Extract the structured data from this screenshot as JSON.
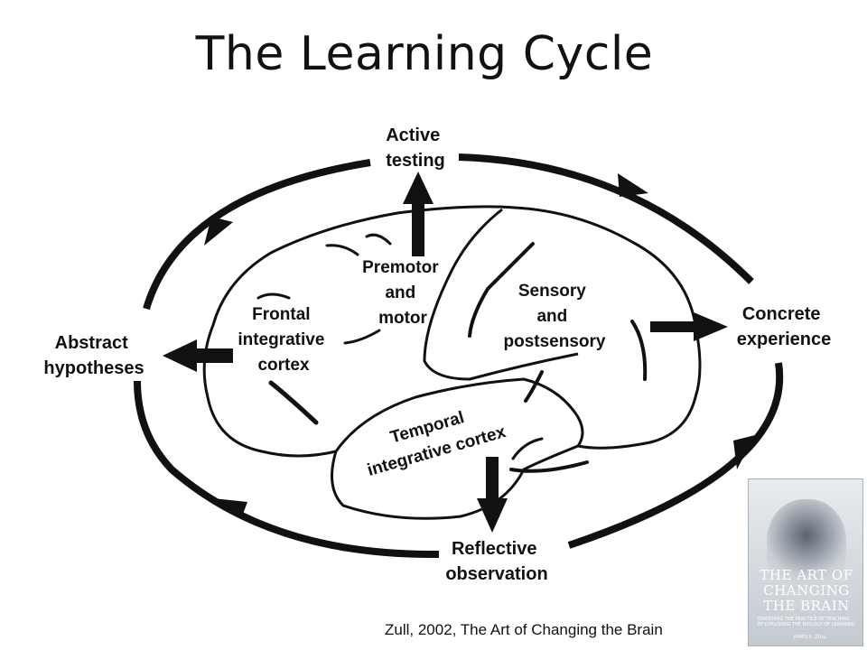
{
  "slide": {
    "title": "The Learning Cycle",
    "citation": "Zull, 2002, The Art of Changing the Brain"
  },
  "cycle": {
    "active_testing": [
      "Active",
      "testing"
    ],
    "concrete_experience": [
      "Concrete",
      "experience"
    ],
    "reflective_observation": [
      "Reflective",
      "observation"
    ],
    "abstract_hypotheses": [
      "Abstract",
      "hypotheses"
    ]
  },
  "brain": {
    "premotor": [
      "Premotor",
      "and",
      "motor"
    ],
    "sensory": [
      "Sensory",
      "and",
      "postsensory"
    ],
    "frontal": [
      "Frontal",
      "integrative",
      "cortex"
    ],
    "temporal": [
      "Temporal",
      "integrative cortex"
    ]
  },
  "book_cover": {
    "title_lines": [
      "THE ART OF",
      "CHANGING",
      "THE BRAIN"
    ],
    "subtitle": "ENRICHING THE PRACTICE OF TEACHING BY EXPLORING THE BIOLOGY OF LEARNING",
    "author": "JAMES E. ZULL"
  },
  "colors": {
    "ink": "#111111",
    "background": "#ffffff"
  }
}
